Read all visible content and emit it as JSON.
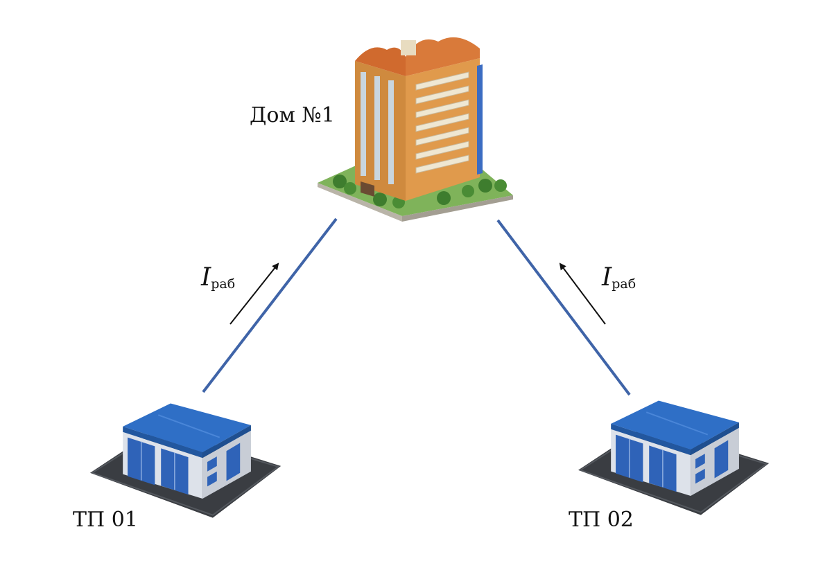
{
  "labels": {
    "house": "Дом №1",
    "tp1": "ТП 01",
    "tp2": "ТП 02"
  },
  "current": {
    "symbol": "I",
    "subscript": "раб"
  },
  "colors": {
    "line": "#3f64a8",
    "roof": "#2f6fc6",
    "door": "#2f63b8",
    "facade": "#d9883a",
    "ground": "#3a3d42"
  },
  "icons": {
    "house": "apartment-building-icon",
    "substation": "transformer-substation-icon"
  }
}
